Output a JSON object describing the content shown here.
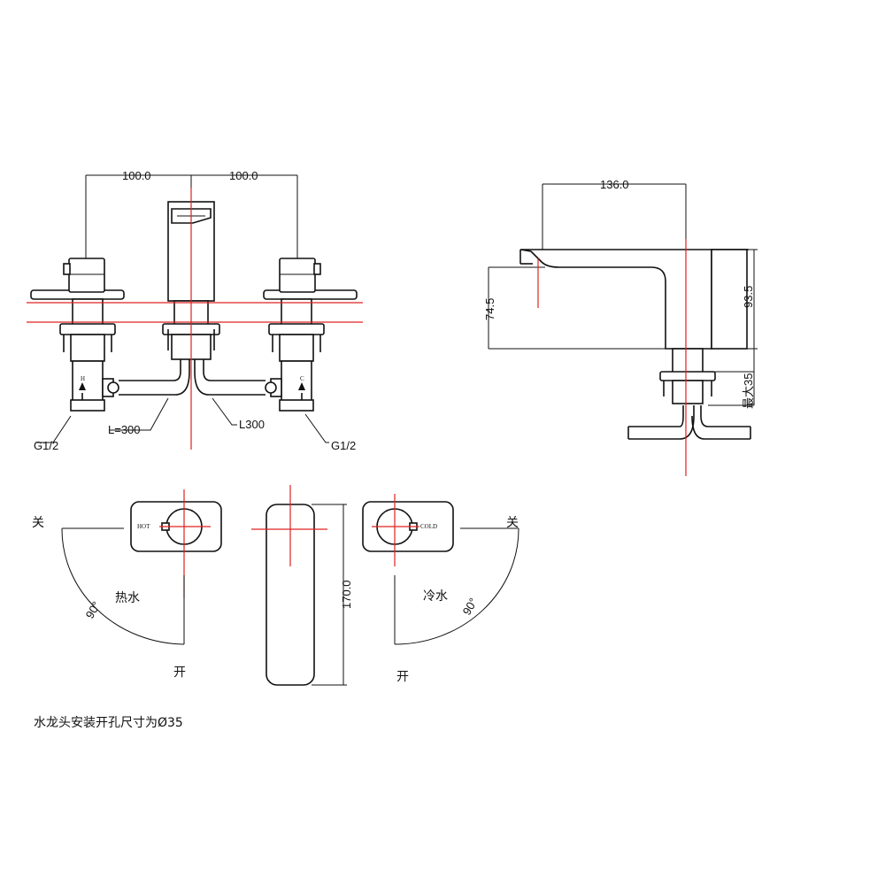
{
  "front_view": {
    "dim_left": "100.0",
    "dim_right": "100.0",
    "hose_left": "L=300",
    "hose_right": "L300",
    "thread_left": "G1/2",
    "thread_right": "G1/2",
    "hot_mark": "H",
    "cold_mark": "C"
  },
  "side_view": {
    "dim_reach": "136.0",
    "dim_spout_height": "74.5",
    "dim_total_height": "93.5",
    "dim_max_deck": "最大35"
  },
  "handles": {
    "hot_label": "HOT",
    "cold_label": "COLD",
    "off_left": "关",
    "off_right": "关",
    "open_left": "开",
    "open_right": "开",
    "hot_water": "热水",
    "cold_water": "冷水",
    "angle_left": "90°",
    "angle_right": "90°",
    "spout_top_length": "170.0"
  },
  "note": "水龙头安装开孔尺寸为Ø35"
}
